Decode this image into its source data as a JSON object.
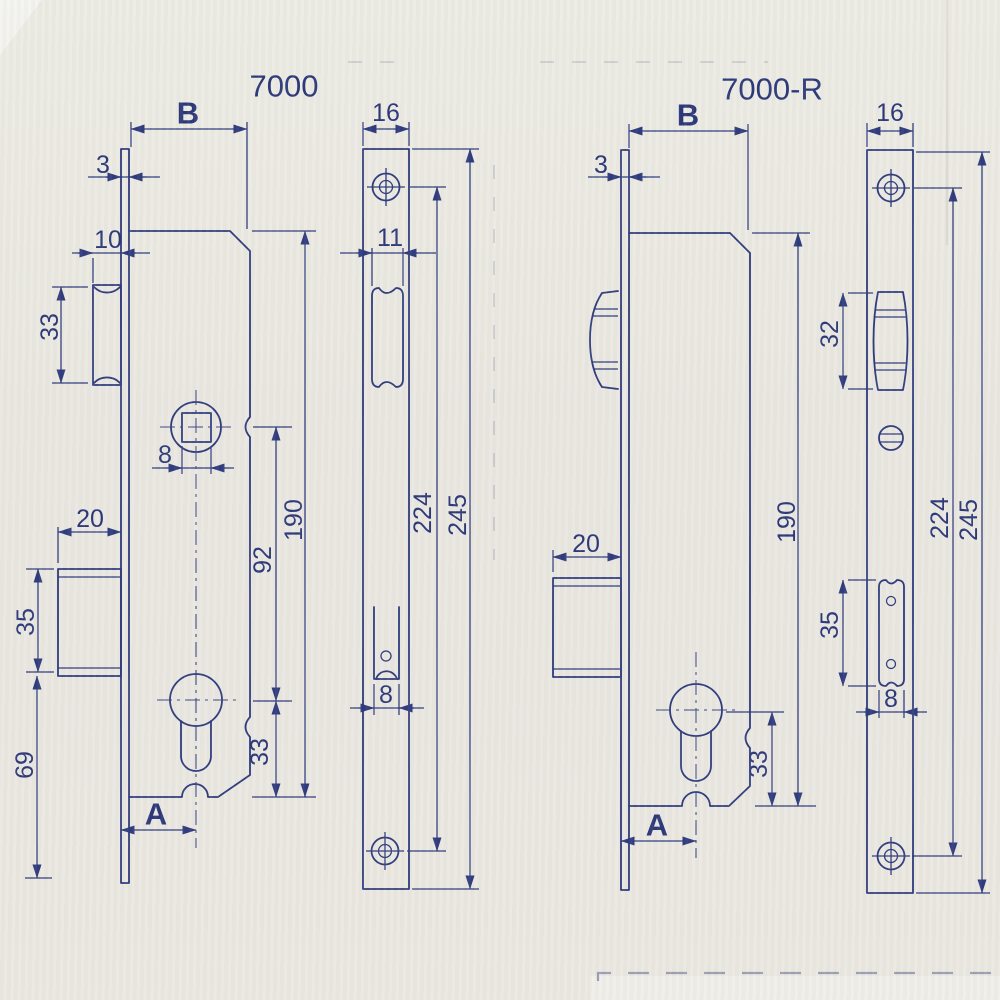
{
  "ink_color": "#2e3a7c",
  "paper_color": "#eae8e1",
  "drawings": [
    {
      "title": "7000",
      "side": {
        "b": "B",
        "plate_thickness": "3",
        "latch_protrusion": "10",
        "latch_height": "33",
        "spindle_square": "8",
        "bolt_protrusion": "20",
        "bolt_height": "35",
        "bolt_to_plate_end": "69",
        "backset": "A",
        "spindle_to_cylinder": "92",
        "body_length": "190",
        "cylinder_to_body_end": "33"
      },
      "face": {
        "plate_width": "16",
        "latch_opening_width": "11",
        "bolt_opening_width": "8",
        "screw_spacing": "224",
        "plate_length": "245"
      }
    },
    {
      "title": "7000-R",
      "side": {
        "b": "B",
        "plate_thickness": "3",
        "bolt_protrusion": "20",
        "backset": "A",
        "body_length": "190",
        "cylinder_to_body_end": "33"
      },
      "face": {
        "plate_width": "16",
        "roller_height": "32",
        "cutout_height": "35",
        "cutout_width": "8",
        "screw_spacing": "224",
        "plate_length": "245"
      }
    }
  ]
}
